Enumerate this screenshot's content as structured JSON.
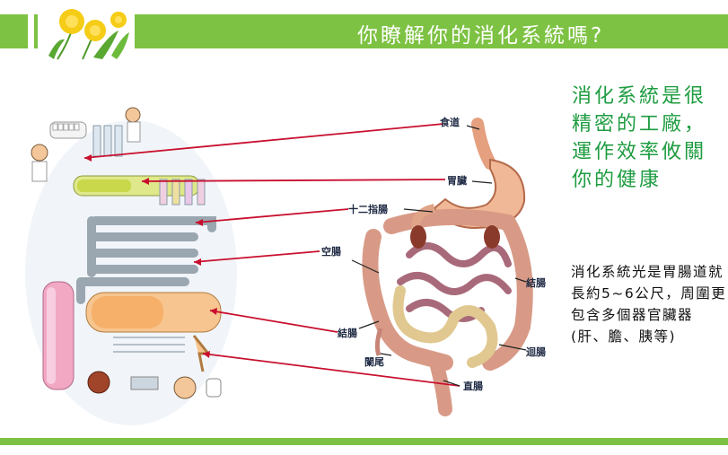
{
  "header": {
    "title": "你瞭解你的消化系統嗎?"
  },
  "labels": {
    "esophagus": "食道",
    "stomach": "胃臟",
    "duodenum": "十二指腸",
    "jejunum": "空腸",
    "colon_left": "結腸",
    "appendix": "闌尾",
    "colon_right": "結腸",
    "ileum": "迴腸",
    "rectum": "直腸"
  },
  "sidebar": {
    "green_text": "消化系統是很精密的工廠，運作效率攸關你的健康",
    "black_text": "消化系統光是胃腸道就長約5~6公尺，周圍更包含多個器官臟器(肝、膽、胰等)"
  },
  "colors": {
    "accent": "#7dc242",
    "green_text": "#1e9c40",
    "pointer": "#c8102e"
  }
}
